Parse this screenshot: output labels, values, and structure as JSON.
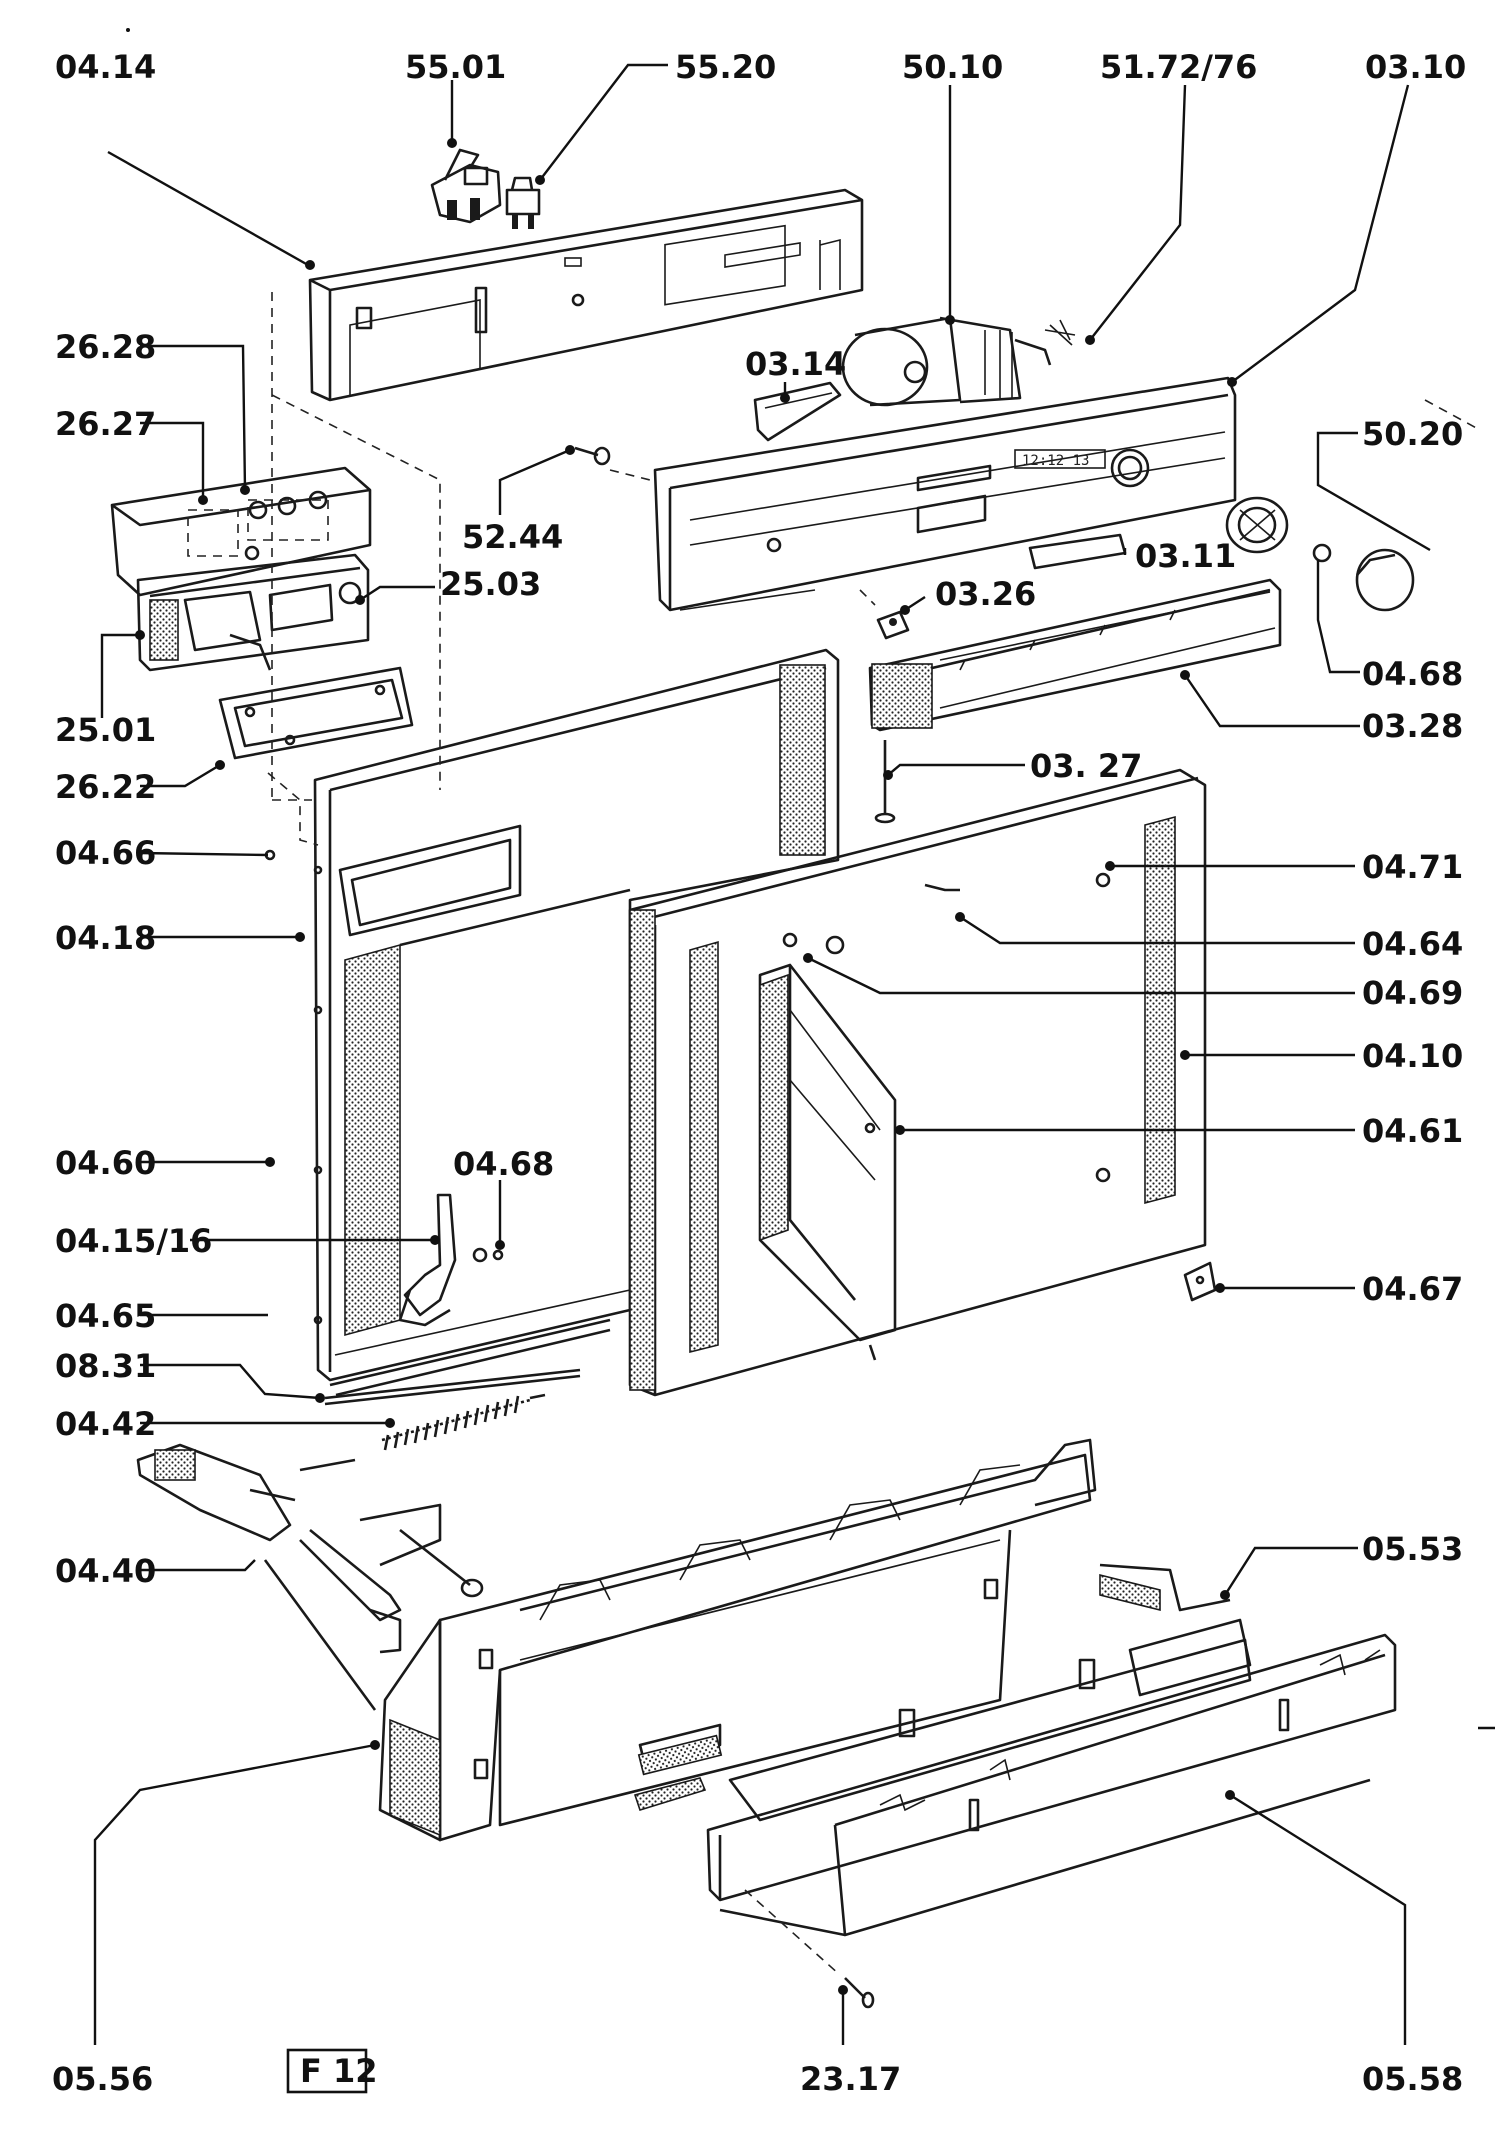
{
  "figure": {
    "code": "F 12"
  },
  "callouts": [
    {
      "id": "c-04-14",
      "text": "04.14"
    },
    {
      "id": "c-55-01",
      "text": "55.01"
    },
    {
      "id": "c-55-20",
      "text": "55.20"
    },
    {
      "id": "c-50-10",
      "text": "50.10"
    },
    {
      "id": "c-51-72-76",
      "text": "51.72/76"
    },
    {
      "id": "c-03-10",
      "text": "03.10"
    },
    {
      "id": "c-26-28",
      "text": "26.28"
    },
    {
      "id": "c-26-27",
      "text": "26.27"
    },
    {
      "id": "c-03-14",
      "text": "03.14"
    },
    {
      "id": "c-50-20",
      "text": "50.20"
    },
    {
      "id": "c-52-44",
      "text": "52.44"
    },
    {
      "id": "c-25-03",
      "text": "25.03"
    },
    {
      "id": "c-03-11",
      "text": "03.11"
    },
    {
      "id": "c-03-26",
      "text": "03.26"
    },
    {
      "id": "c-04-68a",
      "text": "04.68"
    },
    {
      "id": "c-25-01",
      "text": "25.01"
    },
    {
      "id": "c-03-28",
      "text": "03.28"
    },
    {
      "id": "c-26-22",
      "text": "26.22"
    },
    {
      "id": "c-03-27",
      "text": "03. 27"
    },
    {
      "id": "c-04-66",
      "text": "04.66"
    },
    {
      "id": "c-04-71",
      "text": "04.71"
    },
    {
      "id": "c-04-18",
      "text": "04.18"
    },
    {
      "id": "c-04-64",
      "text": "04.64"
    },
    {
      "id": "c-04-69",
      "text": "04.69"
    },
    {
      "id": "c-04-10",
      "text": "04.10"
    },
    {
      "id": "c-04-60",
      "text": "04.60"
    },
    {
      "id": "c-04-61",
      "text": "04.61"
    },
    {
      "id": "c-04-68b",
      "text": "04.68"
    },
    {
      "id": "c-04-15-16",
      "text": "04.15/16"
    },
    {
      "id": "c-04-65",
      "text": "04.65"
    },
    {
      "id": "c-04-67",
      "text": "04.67"
    },
    {
      "id": "c-08-31",
      "text": "08.31"
    },
    {
      "id": "c-04-42",
      "text": "04.42"
    },
    {
      "id": "c-04-40",
      "text": "04.40"
    },
    {
      "id": "c-05-53",
      "text": "05.53"
    },
    {
      "id": "c-05-56",
      "text": "05.56"
    },
    {
      "id": "c-23-17",
      "text": "23.17"
    },
    {
      "id": "c-05-58",
      "text": "05.58"
    }
  ],
  "display_text": "12:12 13"
}
